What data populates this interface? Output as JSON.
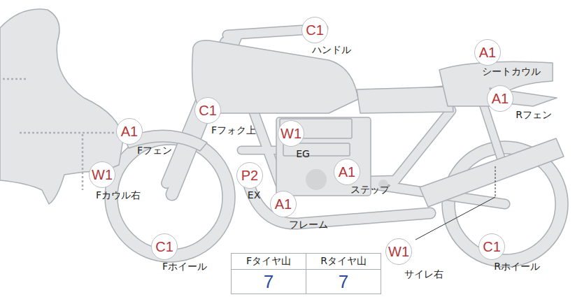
{
  "diagram": {
    "nodes": [
      {
        "text": [
          "C1",
          "ハンドル"
        ]
      },
      {
        "text": [
          "A1",
          "シートカウル"
        ]
      },
      {
        "text": [
          "A1",
          "Rフェン"
        ]
      },
      {
        "text": [
          "C1",
          "Fフォク上"
        ]
      },
      {
        "text": [
          "A1",
          "Fフェン"
        ]
      },
      {
        "text": [
          "W1",
          "EG"
        ]
      },
      {
        "text": [
          "W1",
          "Fカウル右"
        ]
      },
      {
        "text": [
          "P2",
          "EX"
        ]
      },
      {
        "text": [
          "A1",
          "ステップ"
        ]
      },
      {
        "text": [
          "A1",
          "フレーム"
        ]
      },
      {
        "text": [
          "C1",
          "Fホイール"
        ]
      },
      {
        "text": [
          "W1",
          "サイレ右"
        ]
      },
      {
        "text": [
          "C1",
          "Rホイール"
        ]
      }
    ],
    "labels": [
      "Fタイヤ山",
      "Rタイヤ山",
      "7",
      "7"
    ]
  }
}
